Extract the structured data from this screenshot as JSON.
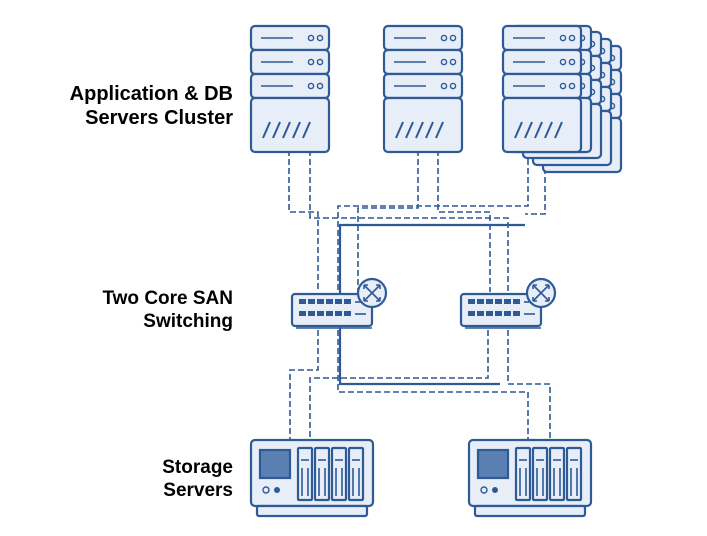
{
  "labels": {
    "servers": [
      "Application & DB",
      "Servers Cluster"
    ],
    "switching": [
      "Two Core SAN",
      "Switching"
    ],
    "storage": [
      "Storage",
      "Servers"
    ]
  },
  "colors": {
    "stroke": "#2e5a96",
    "fill": "#e7eef8",
    "accent": "#2e5a96",
    "text": "#000000"
  },
  "icons": {
    "server": "server-tower-icon",
    "server_stack": "server-stack-icon",
    "switch": "network-switch-icon",
    "router_badge": "router-icon",
    "storage": "storage-array-icon"
  }
}
